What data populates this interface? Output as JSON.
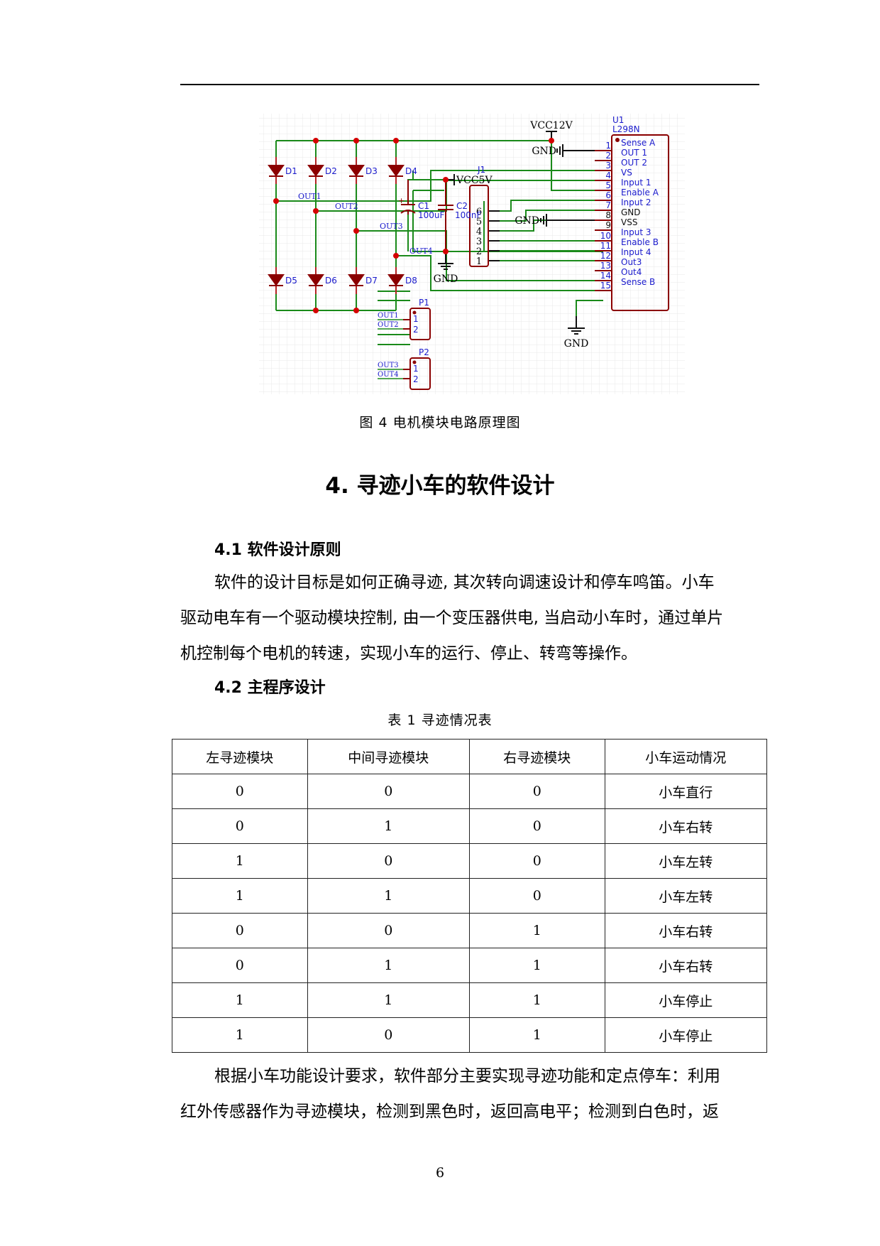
{
  "figure": {
    "caption": "图 4  电机模块电路原理图",
    "schematic": {
      "power_labels": {
        "vcc12": "VCC12V",
        "vcc5": "VCC5V",
        "gnd": "GND"
      },
      "diodes": [
        "D1",
        "D2",
        "D3",
        "D4",
        "D5",
        "D6",
        "D7",
        "D8"
      ],
      "nets": [
        "OUT1",
        "OUT2",
        "OUT3",
        "OUT4"
      ],
      "capacitors": [
        {
          "ref": "C1",
          "value": "100uF"
        },
        {
          "ref": "C2",
          "value": "100nF"
        }
      ],
      "connector_j1": {
        "ref": "J1",
        "pins": [
          "6",
          "5",
          "4",
          "3",
          "2",
          "1"
        ]
      },
      "ic": {
        "ref": "U1",
        "part": "L298N",
        "pins": [
          {
            "num": "1",
            "name": "Sense A"
          },
          {
            "num": "2",
            "name": "OUT 1"
          },
          {
            "num": "3",
            "name": "OUT 2"
          },
          {
            "num": "4",
            "name": "VS"
          },
          {
            "num": "5",
            "name": "Input 1"
          },
          {
            "num": "6",
            "name": "Enable A"
          },
          {
            "num": "7",
            "name": "Input 2"
          },
          {
            "num": "8",
            "name": "GND"
          },
          {
            "num": "9",
            "name": "VSS"
          },
          {
            "num": "10",
            "name": "Input 3"
          },
          {
            "num": "11",
            "name": "Enable B"
          },
          {
            "num": "12",
            "name": "Input 4"
          },
          {
            "num": "13",
            "name": "Out3"
          },
          {
            "num": "14",
            "name": "Out4"
          },
          {
            "num": "15",
            "name": "Sense B"
          }
        ]
      },
      "connectors": [
        {
          "ref": "P1",
          "nets": [
            "OUT1",
            "OUT2"
          ],
          "pins": [
            "1",
            "2"
          ]
        },
        {
          "ref": "P2",
          "nets": [
            "OUT3",
            "OUT4"
          ],
          "pins": [
            "1",
            "2"
          ]
        }
      ],
      "colors": {
        "wire": "#1a8a1a",
        "component": "#8b0000",
        "junction": "#d40000",
        "label": "#1a1acc",
        "grid": "#e6e6e6"
      }
    }
  },
  "chapter": {
    "title": "4. 寻迹小车的软件设计"
  },
  "section_4_1": {
    "title": "4.1  软件设计原则",
    "paragraph_lines": [
      "软件的设计目标是如何正确寻迹, 其次转向调速设计和停车鸣笛。小车",
      "驱动电车有一个驱动模块控制, 由一个变压器供电, 当启动小车时，通过单片",
      "机控制每个电机的转速，实现小车的运行、停止、转弯等操作。"
    ]
  },
  "section_4_2": {
    "title": "4.2  主程序设计"
  },
  "table": {
    "caption": "表 1  寻迹情况表",
    "headers": [
      "左寻迹模块",
      "中间寻迹模块",
      "右寻迹模块",
      "小车运动情况"
    ],
    "rows": [
      [
        "0",
        "0",
        "0",
        "小车直行"
      ],
      [
        "0",
        "1",
        "0",
        "小车右转"
      ],
      [
        "1",
        "0",
        "0",
        "小车左转"
      ],
      [
        "1",
        "1",
        "0",
        "小车左转"
      ],
      [
        "0",
        "0",
        "1",
        "小车右转"
      ],
      [
        "0",
        "1",
        "1",
        "小车右转"
      ],
      [
        "1",
        "1",
        "1",
        "小车停止"
      ],
      [
        "1",
        "0",
        "1",
        "小车停止"
      ]
    ]
  },
  "paragraph_2": {
    "lines": [
      "根据小车功能设计要求，软件部分主要实现寻迹功能和定点停车：利用",
      "红外传感器作为寻迹模块，检测到黑色时，返回高电平；检测到白色时，返"
    ]
  },
  "page_number": "6"
}
